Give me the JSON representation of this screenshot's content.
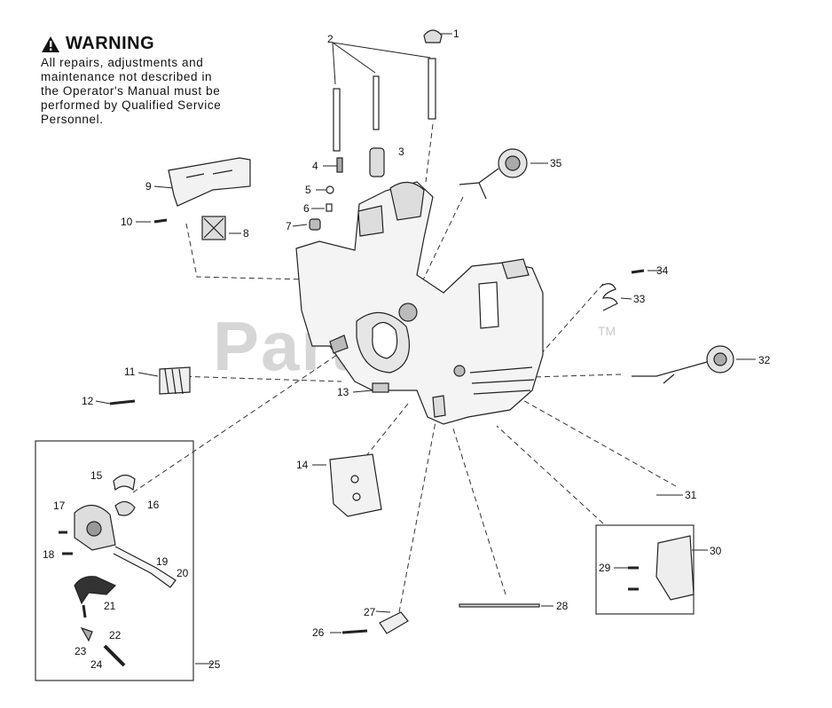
{
  "warning": {
    "title": "WARNING",
    "lines": [
      "All repairs, adjustments and",
      "maintenance not described in",
      "the Operator's Manual must be",
      "performed by Qualified Service",
      "Personnel."
    ]
  },
  "watermark": {
    "text": "PartsTree",
    "trademark": "TM"
  },
  "callouts": [
    "1",
    "2",
    "3",
    "4",
    "5",
    "6",
    "7",
    "8",
    "9",
    "10",
    "11",
    "12",
    "13",
    "14",
    "15",
    "16",
    "17",
    "18",
    "19",
    "20",
    "21",
    "22",
    "23",
    "24",
    "25",
    "26",
    "27",
    "28",
    "29",
    "30",
    "31",
    "32",
    "33",
    "34",
    "35"
  ]
}
